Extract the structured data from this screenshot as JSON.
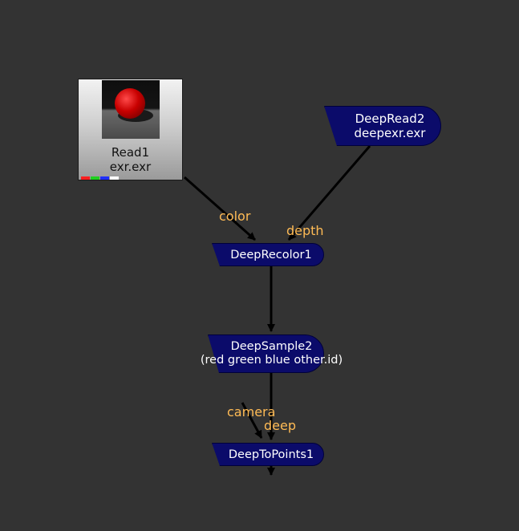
{
  "nodes": {
    "read1": {
      "name": "Read1",
      "file": "exr.exr",
      "channel_colors": [
        "#ff2020",
        "#20d020",
        "#2030ff",
        "#ffffff"
      ]
    },
    "deepread2": {
      "name": "DeepRead2",
      "file": "deepexr.exr"
    },
    "deeprecolor1": {
      "name": "DeepRecolor1"
    },
    "deepsample2": {
      "name": "DeepSample2",
      "channels": "(red green blue other.id)"
    },
    "deeptopoints1": {
      "name": "DeepToPoints1"
    }
  },
  "inputs": {
    "color": "color",
    "depth": "depth",
    "camera": "camera",
    "deep": "deep"
  },
  "colors": {
    "background": "#333333",
    "deep_node": "#0b0b6a",
    "input_label": "#ffbb55",
    "edge": "#000000"
  }
}
